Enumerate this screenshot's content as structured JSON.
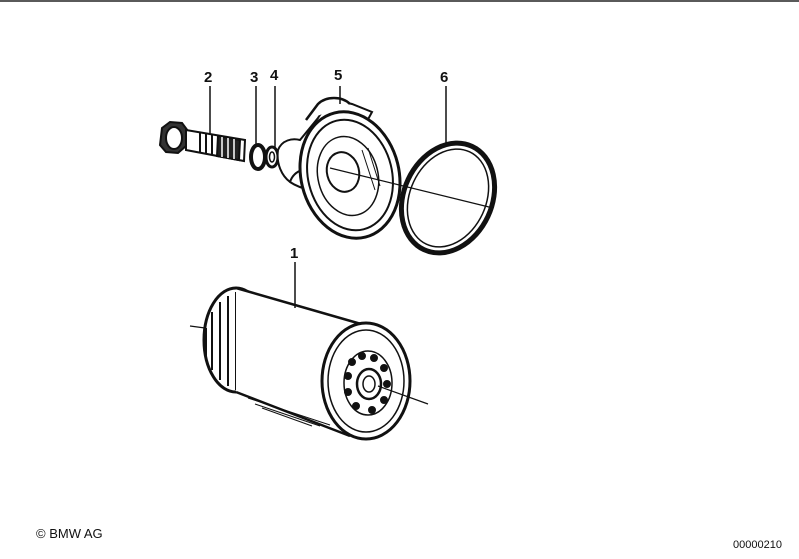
{
  "diagram": {
    "callouts": [
      {
        "id": "2",
        "label": "2"
      },
      {
        "id": "3",
        "label": "3"
      },
      {
        "id": "4",
        "label": "4"
      },
      {
        "id": "5",
        "label": "5"
      },
      {
        "id": "6",
        "label": "6"
      },
      {
        "id": "1",
        "label": "1"
      }
    ]
  },
  "footer": {
    "copyright": "© BMW AG",
    "diagram_id": "00000210"
  },
  "colors": {
    "line": "#111111",
    "background": "#ffffff",
    "top_rule": "#5a5a5a"
  }
}
